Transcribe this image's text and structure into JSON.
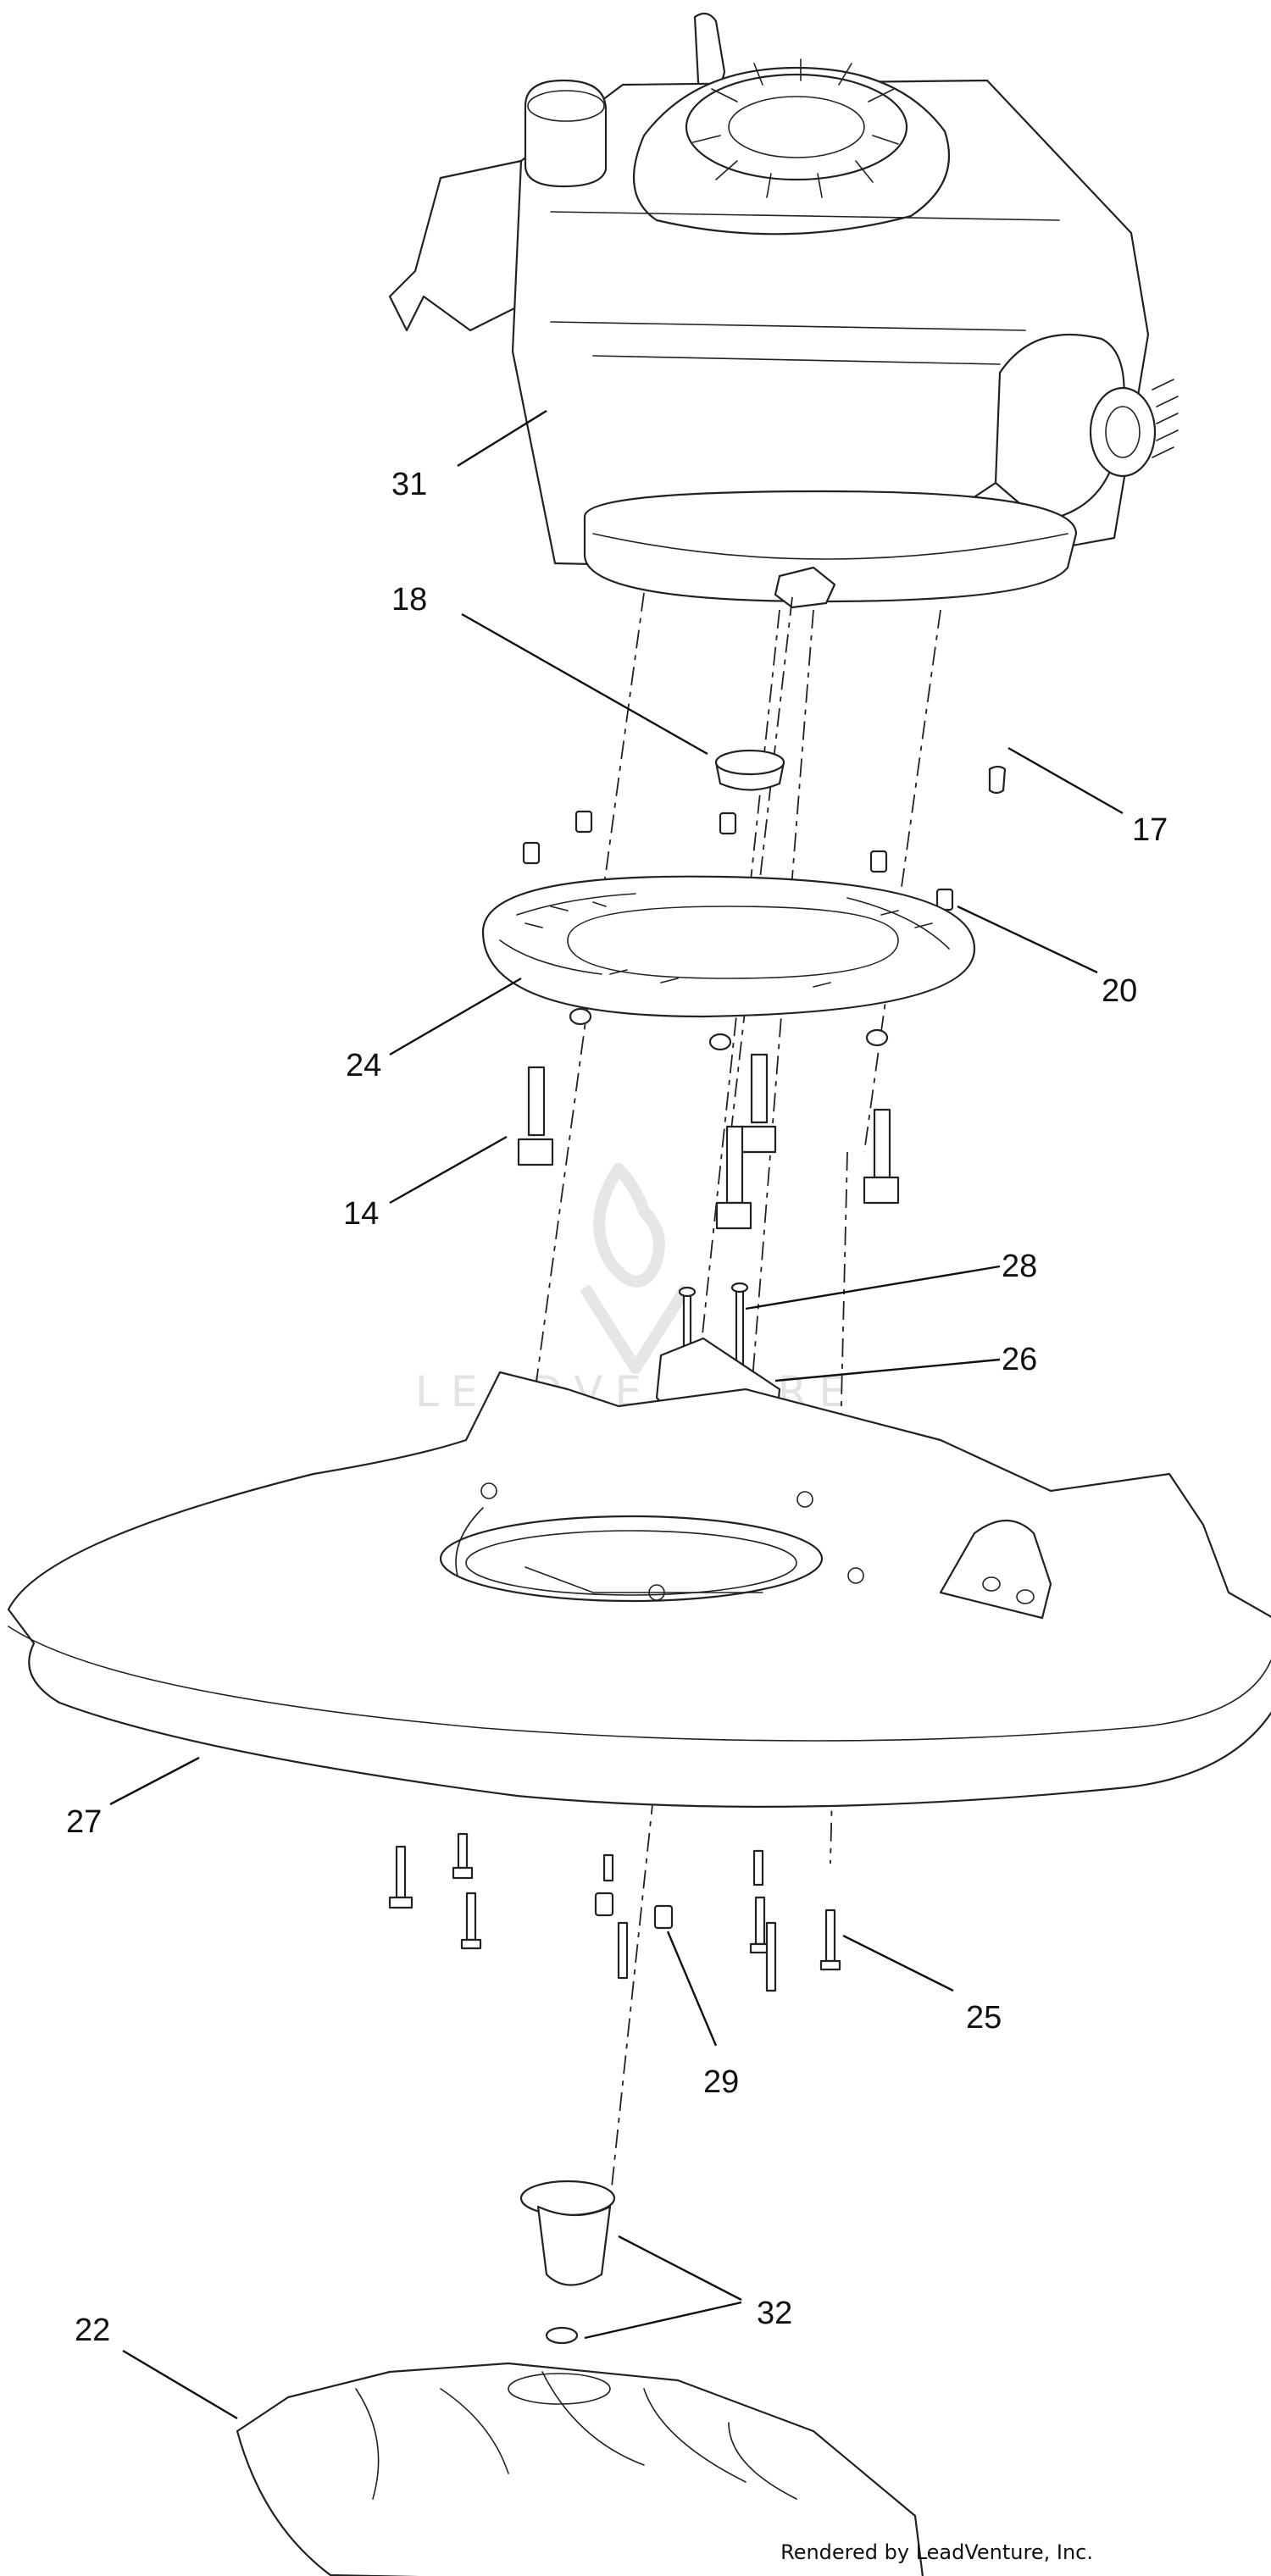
{
  "callouts": [
    {
      "id": "31",
      "label": "31"
    },
    {
      "id": "18",
      "label": "18"
    },
    {
      "id": "17",
      "label": "17"
    },
    {
      "id": "20",
      "label": "20"
    },
    {
      "id": "24",
      "label": "24"
    },
    {
      "id": "14",
      "label": "14"
    },
    {
      "id": "28",
      "label": "28"
    },
    {
      "id": "26",
      "label": "26"
    },
    {
      "id": "27",
      "label": "27"
    },
    {
      "id": "25",
      "label": "25"
    },
    {
      "id": "29",
      "label": "29"
    },
    {
      "id": "32",
      "label": "32"
    },
    {
      "id": "22",
      "label": "22"
    }
  ],
  "watermark": {
    "text": "LEADVENTURE"
  },
  "footer": {
    "text": "Rendered by LeadVenture, Inc."
  }
}
